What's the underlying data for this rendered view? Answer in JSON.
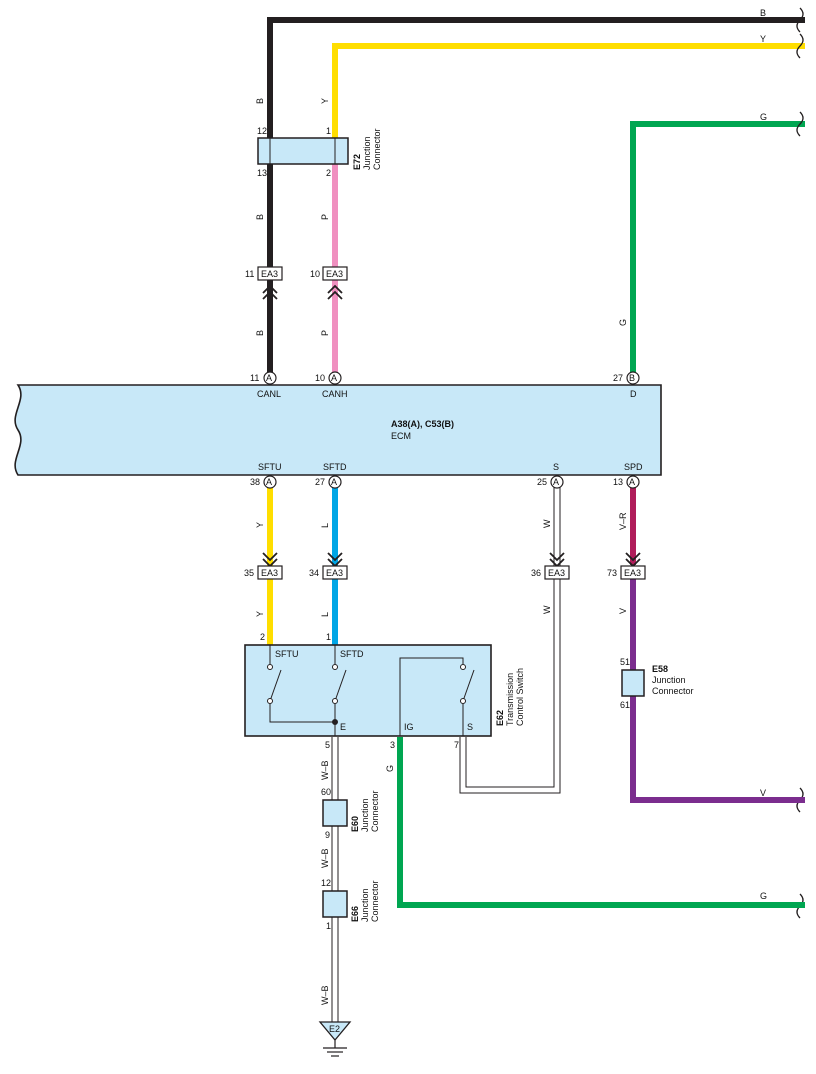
{
  "colors": {
    "black": "#231f20",
    "yellow": "#ffde00",
    "pink": "#f090c0",
    "green": "#00a651",
    "blue": "#00a6e6",
    "purple": "#7b2d8e",
    "vr": "#b01d5a",
    "box": "#c8e8f8"
  },
  "wires": {
    "b": "B",
    "y": "Y",
    "g": "G",
    "p": "P",
    "l": "L",
    "w": "W",
    "vr": "V–R",
    "v": "V",
    "wb": "W–B"
  },
  "e72": {
    "code": "E72",
    "name1": "Junction",
    "name2": "Connector",
    "pin_b_top": "12",
    "pin_b_bot": "13",
    "pin_y_top": "1",
    "pin_y_bot": "2"
  },
  "ea3": {
    "label": "EA3",
    "p11": "11",
    "p10": "10",
    "p35": "35",
    "p34": "34",
    "p36": "36",
    "p73": "73"
  },
  "ecm": {
    "title": "A38(A), C53(B)",
    "name": "ECM",
    "top": {
      "canl_pin": "11",
      "canl_conn": "A",
      "canl": "CANL",
      "canh_pin": "10",
      "canh_conn": "A",
      "canh": "CANH",
      "d_pin": "27",
      "d_conn": "B",
      "d": "D"
    },
    "bottom": {
      "sftu": "SFTU",
      "sftu_pin": "38",
      "sftu_conn": "A",
      "sftd": "SFTD",
      "sftd_pin": "27",
      "sftd_conn": "A",
      "s": "S",
      "s_pin": "25",
      "s_conn": "A",
      "spd": "SPD",
      "spd_pin": "13",
      "spd_conn": "A"
    }
  },
  "e62": {
    "code": "E62",
    "name1": "Transmission",
    "name2": "Control Switch",
    "sftu": "SFTU",
    "sftd": "SFTD",
    "e": "E",
    "ig": "IG",
    "s": "S",
    "pin2": "2",
    "pin1": "1",
    "pin5": "5",
    "pin3": "3",
    "pin7": "7"
  },
  "e58": {
    "code": "E58",
    "name1": "Junction",
    "name2": "Connector",
    "pin_top": "51",
    "pin_bot": "61"
  },
  "e60": {
    "code": "E60",
    "name1": "Junction",
    "name2": "Connector",
    "pin_top": "60",
    "pin_bot": "9"
  },
  "e66": {
    "code": "E66",
    "name1": "Junction",
    "name2": "Connector",
    "pin_top": "12",
    "pin_bot": "1"
  },
  "ground": {
    "label": "E2"
  }
}
